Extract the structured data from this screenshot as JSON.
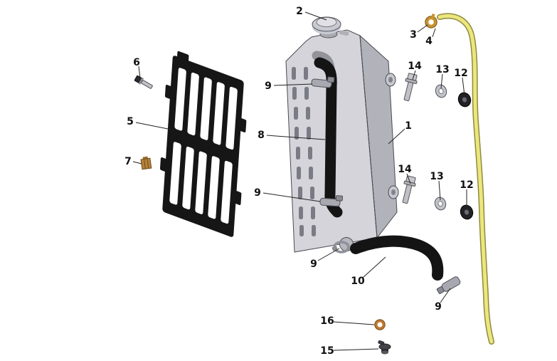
{
  "page": {
    "background": "#ffffff"
  },
  "colors": {
    "background": "#ffffff",
    "label_text": "#111111",
    "leader_line": "#222222",
    "radiator_body": "#d4d4da",
    "radiator_side": "#b2b2ba",
    "guard": "#161616",
    "hose": "#141414",
    "overflow_tube": "#ebe77d",
    "overflow_tube_edge": "#8f8a40",
    "clamp": "#a8a8b0",
    "bolt": "#c0c0c8",
    "grommet": "#222226",
    "brass": "#c8932f",
    "copper": "#bd7a31"
  },
  "labels": [
    {
      "text": "2",
      "points_to": "radiator-cap"
    },
    {
      "text": "3",
      "points_to": "overflow-tube-ring"
    },
    {
      "text": "4",
      "points_to": "overflow-tube-fitting"
    },
    {
      "text": "6",
      "points_to": "guard-bolt"
    },
    {
      "text": "9",
      "points_to": "hose-clamp-upper"
    },
    {
      "text": "14",
      "points_to": "mount-bolt-upper"
    },
    {
      "text": "13",
      "points_to": "washer-upper"
    },
    {
      "text": "12",
      "points_to": "grommet-upper"
    },
    {
      "text": "5",
      "points_to": "radiator-guard"
    },
    {
      "text": "8",
      "points_to": "radiator-hose"
    },
    {
      "text": "1",
      "points_to": "radiator"
    },
    {
      "text": "7",
      "points_to": "guard-bracket"
    },
    {
      "text": "14",
      "points_to": "mount-bolt-lower"
    },
    {
      "text": "13",
      "points_to": "washer-lower"
    },
    {
      "text": "12",
      "points_to": "grommet-lower"
    },
    {
      "text": "9",
      "points_to": "hose-clamp-lower"
    },
    {
      "text": "9",
      "points_to": "outlet-clamp"
    },
    {
      "text": "10",
      "points_to": "outlet-hose"
    },
    {
      "text": "9",
      "points_to": "overflow-tube-clamp"
    },
    {
      "text": "16",
      "points_to": "sealing-washer"
    },
    {
      "text": "15",
      "points_to": "drain-fitting"
    }
  ]
}
